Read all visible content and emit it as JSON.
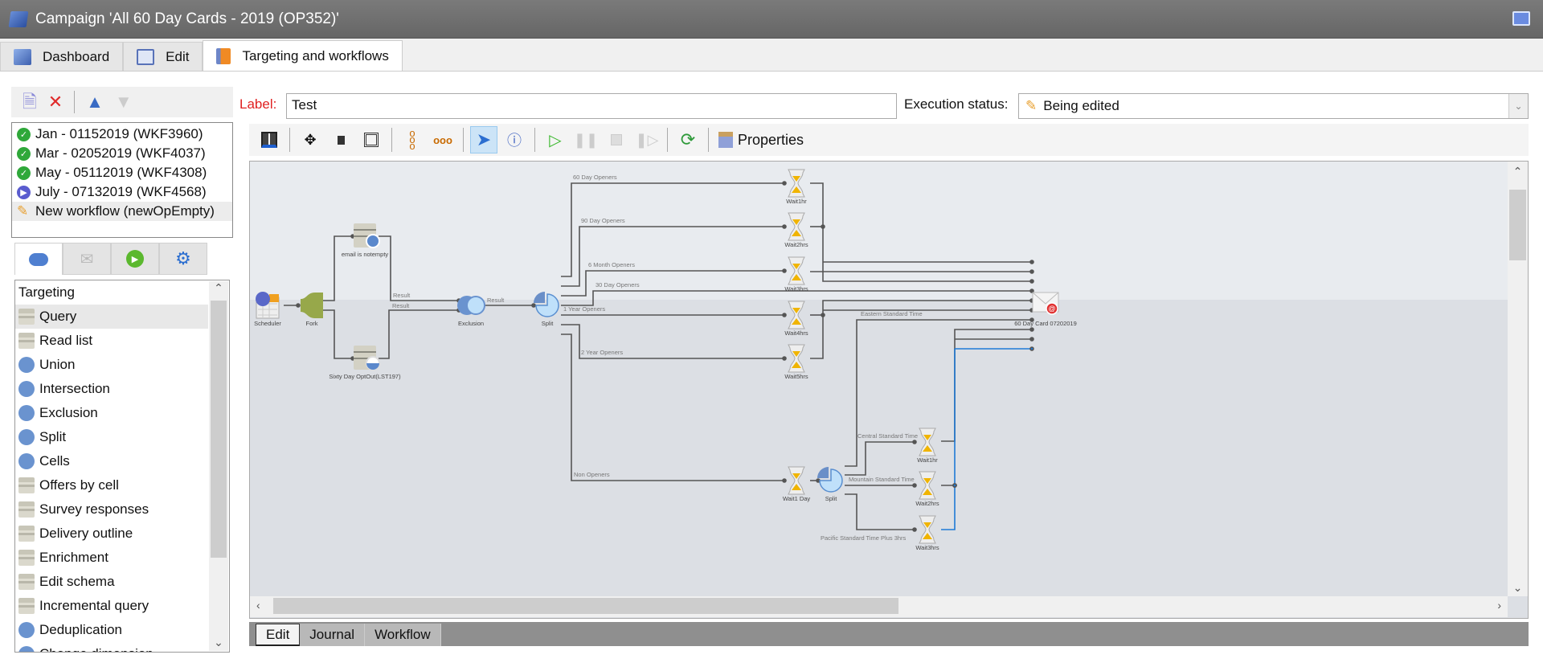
{
  "window": {
    "title": "Campaign 'All 60 Day Cards - 2019 (OP352)'"
  },
  "tabs": [
    {
      "label": "Dashboard"
    },
    {
      "label": "Edit"
    },
    {
      "label": "Targeting and workflows"
    }
  ],
  "workflows": [
    {
      "label": "Jan - 01152019 (WKF3960)",
      "status": "finished"
    },
    {
      "label": "Mar - 02052019 (WKF4037)",
      "status": "finished"
    },
    {
      "label": "May - 05112019 (WKF4308)",
      "status": "finished"
    },
    {
      "label": "July - 07132019 (WKF4568)",
      "status": "started"
    },
    {
      "label": "New workflow (newOpEmpty)",
      "status": "editing"
    }
  ],
  "palette": {
    "category": "Targeting",
    "items": [
      "Query",
      "Read list",
      "Union",
      "Intersection",
      "Exclusion",
      "Split",
      "Cells",
      "Offers by cell",
      "Survey responses",
      "Delivery outline",
      "Enrichment",
      "Edit schema",
      "Incremental query",
      "Deduplication",
      "Change dimension"
    ],
    "selected": "Query"
  },
  "form": {
    "label_caption": "Label:",
    "label_value": "Test",
    "exec_caption": "Execution status:",
    "exec_value": "Being edited"
  },
  "toolbar": {
    "properties_label": "Properties"
  },
  "canvas": {
    "nodes": {
      "scheduler": "Scheduler",
      "fork": "Fork",
      "email_query": "email is notempty",
      "optout": "Sixty Day OptOut(LST197)",
      "exclusion": "Exclusion",
      "split1": "Split",
      "wait1": "Wait1hr",
      "wait2": "Wait2hrs",
      "wait3": "Wait3hrs",
      "wait4": "Wait4hrs",
      "wait5": "Wait5hrs",
      "delivery": "60 Day Card 07202019",
      "wait_day": "Wait1 Day",
      "split2": "Split",
      "tz_wait1": "Wait1hr",
      "tz_wait2": "Wait2hrs",
      "tz_wait3": "Wait3hrs"
    },
    "edges": {
      "result1": "Result",
      "result2": "Result",
      "result3": "Result",
      "d60": "60 Day Openers",
      "d90": "90 Day Openers",
      "m6": "6 Month Openers",
      "d30": "30 Day Openers",
      "y1": "1 Year Openers",
      "y2": "2 Year Openers",
      "non": "Non Openers",
      "est": "Eastern Standard Time",
      "cst": "Central Standard Time",
      "mst": "Mountain Standard Time",
      "pst": "Pacific Standard Time Plus 3hrs"
    }
  },
  "bottom_tabs": [
    {
      "label": "Edit"
    },
    {
      "label": "Journal"
    },
    {
      "label": "Workflow"
    }
  ],
  "colors": {
    "accent": "#0078d7",
    "label_red": "#e02020",
    "link_blue": "#1e7ad6"
  }
}
